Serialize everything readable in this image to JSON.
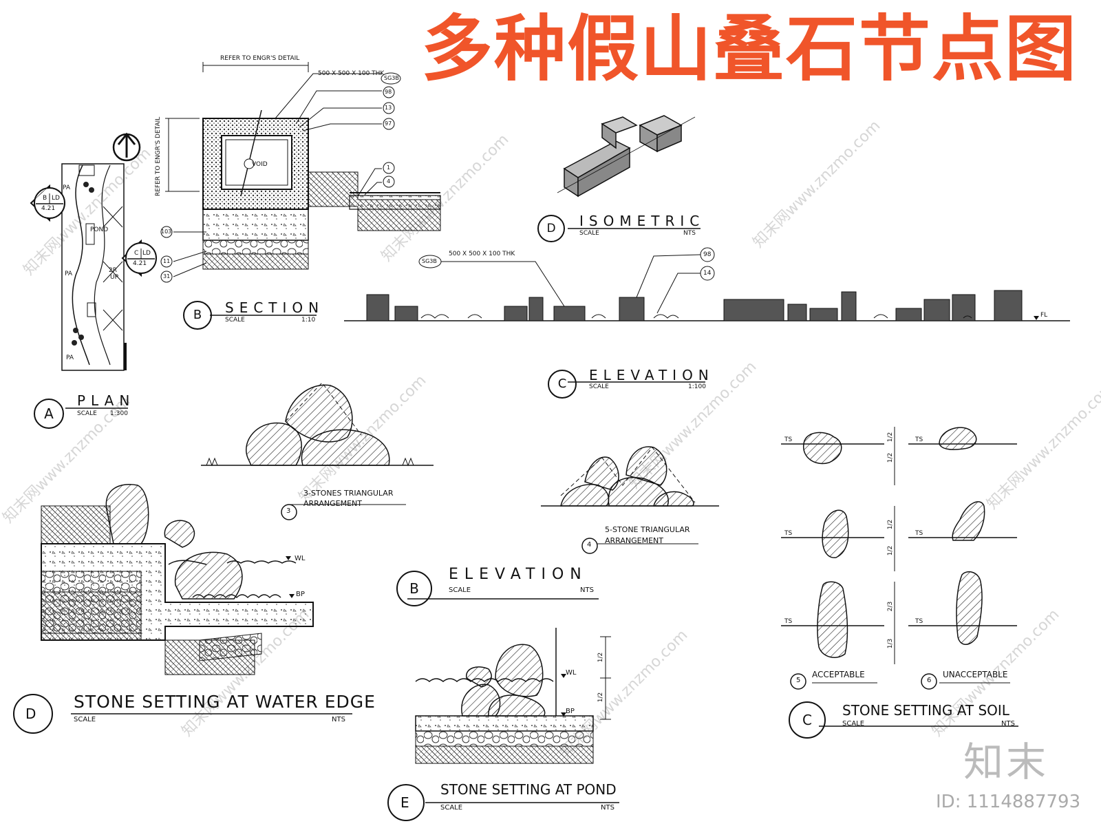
{
  "title": "多种假山叠石节点图",
  "plan": {
    "tag": "A",
    "title": "PLAN",
    "scale_label": "SCALE",
    "scale": "1:300",
    "pond": "POND",
    "pa": "PA",
    "up": "UP",
    "two_r": "2R",
    "callout_b_letter": "B",
    "callout_b_ld": "LD",
    "callout_b_sheet": "4.21",
    "callout_c_letter": "C",
    "callout_c_ld": "LD",
    "callout_c_sheet": "4.21"
  },
  "section": {
    "tag": "B",
    "title": "SECTION",
    "scale_label": "SCALE",
    "scale": "1:10",
    "refer_top": "REFER TO ENGR'S DETAIL",
    "refer_side": "REFER TO ENGR'S DETAIL",
    "dim_note": "500 X 500 X 100 THK",
    "void": "VOID",
    "tags": [
      "SG3B",
      "98",
      "13",
      "97",
      "1",
      "4",
      "103",
      "11",
      "31"
    ]
  },
  "isometric": {
    "tag": "D",
    "title": "ISOMETRIC",
    "scale_label": "SCALE",
    "scale": "NTS"
  },
  "elevation_c": {
    "tag": "C",
    "title": "ELEVATION",
    "scale_label": "SCALE",
    "scale": "1:100",
    "tag_sg": "SG3B",
    "note": "500 X 500 X 100 THK",
    "tag_98": "98",
    "tag_14": "14",
    "fl": "FL"
  },
  "elevation_b": {
    "tag": "B",
    "title": "ELEVATION",
    "scale_label": "SCALE",
    "scale": "NTS",
    "item3_num": "3",
    "item3_line1": "3-STONES TRIANGULAR",
    "item3_line2": "ARRANGEMENT",
    "item4_num": "4",
    "item4_line1": "5-STONE TRIANGULAR",
    "item4_line2": "ARRANGEMENT"
  },
  "soil": {
    "tag": "C",
    "title": "STONE SETTING AT SOIL",
    "scale_label": "SCALE",
    "scale": "NTS",
    "item5_num": "5",
    "item5_label": "ACCEPTABLE",
    "item6_num": "6",
    "item6_label": "UNACCEPTABLE",
    "ts": "TS",
    "half": "1/2",
    "two_third": "2/3",
    "one_third": "1/3"
  },
  "water_edge": {
    "tag": "D",
    "title": "STONE SETTING AT WATER EDGE",
    "scale_label": "SCALE",
    "scale": "NTS",
    "wl": "WL",
    "bp": "BP"
  },
  "pond": {
    "tag": "E",
    "title": "STONE SETTING AT POND",
    "scale_label": "SCALE",
    "scale": "NTS",
    "wl": "WL",
    "bp": "BP",
    "half": "1/2"
  },
  "watermark": "知末网www.znzmo.com",
  "brand": {
    "logo": "知末",
    "id": "ID: 1114887793"
  },
  "colors": {
    "title": "#f0552a",
    "ink": "#111111",
    "stone_fill": "#555555"
  }
}
